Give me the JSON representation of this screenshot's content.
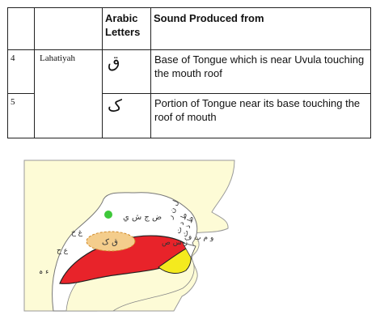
{
  "table": {
    "headers": [
      "",
      "",
      "Arabic Letters",
      "Sound Produced from"
    ],
    "rows": [
      {
        "number": "4",
        "articulation": "Lahatiyah",
        "letter": "ق",
        "description": "Base of Tongue which is near Uvula touching the mouth roof"
      },
      {
        "number": "5",
        "articulation": "",
        "letter": "ک",
        "description": "Portion of Tongue near its base touching the roof of mouth"
      }
    ]
  },
  "diagram": {
    "labels": {
      "highlight": "ق ک",
      "palate": "ض ج ش ي",
      "upper_lip": "ل ن ر",
      "teeth_top": "ط د ت",
      "teeth_mid": "ظ ذ ث",
      "lower": "ز س ص",
      "lip": "و م ب ف",
      "throat_1": "غ خ",
      "throat_2": "ع ح",
      "throat_3": "ء ہ"
    },
    "colors": {
      "background": "#fdfbd6",
      "tongue": "#e8232a",
      "tongue_tip": "#f4ea1e",
      "highlight": "#f4cd8c",
      "uvula_dot": "#3ec83a"
    }
  }
}
